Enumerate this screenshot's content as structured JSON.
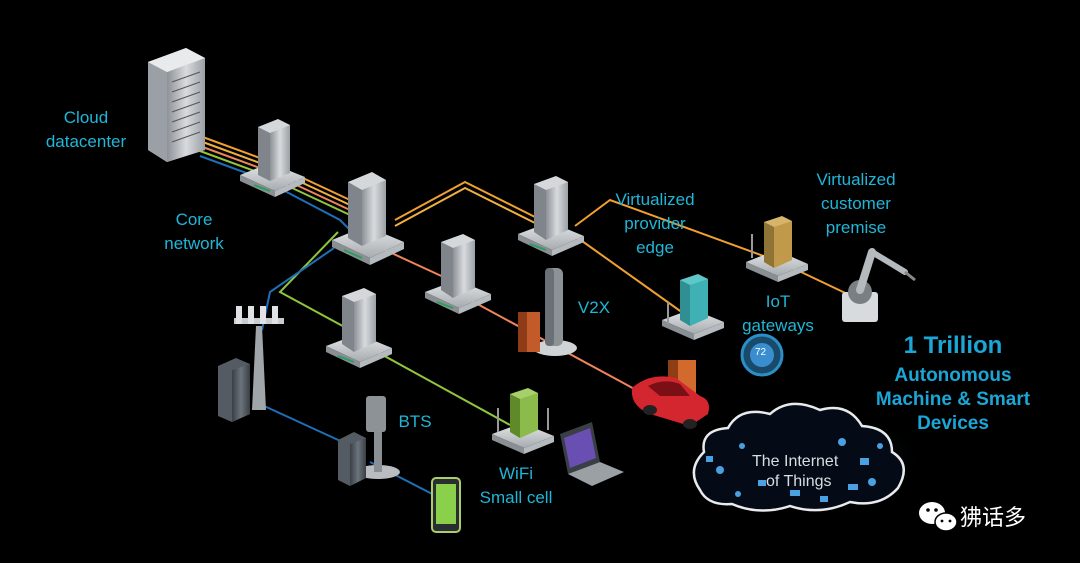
{
  "labels": {
    "cloud_datacenter": [
      "Cloud",
      "datacenter"
    ],
    "core_network": [
      "Core",
      "network"
    ],
    "virtualized_provider_edge": [
      "Virtualized",
      "provider",
      "edge"
    ],
    "virtualized_customer_premise": [
      "Virtualized",
      "customer",
      "premise"
    ],
    "v2x": "V2X",
    "iot_gateways": [
      "IoT",
      "gateways"
    ],
    "bts": "BTS",
    "wifi_small_cell": [
      "WiFi",
      "Small cell"
    ]
  },
  "headline": {
    "big": "1 Trillion",
    "line1": "Autonomous",
    "line2": "Machine & Smart",
    "line3": "Devices"
  },
  "iot_cloud": {
    "line1": "The Internet",
    "line2": "of Things"
  },
  "brand": {
    "text": "狒话多",
    "icon": "wechat-icon"
  },
  "thermostat_reading": "72",
  "colors": {
    "label": "#1fb6d8",
    "orange": "#f0a030",
    "salmon": "#f0845a",
    "green": "#8fc63c",
    "blue": "#1e6fb8",
    "teal": "#1a9ec0"
  }
}
